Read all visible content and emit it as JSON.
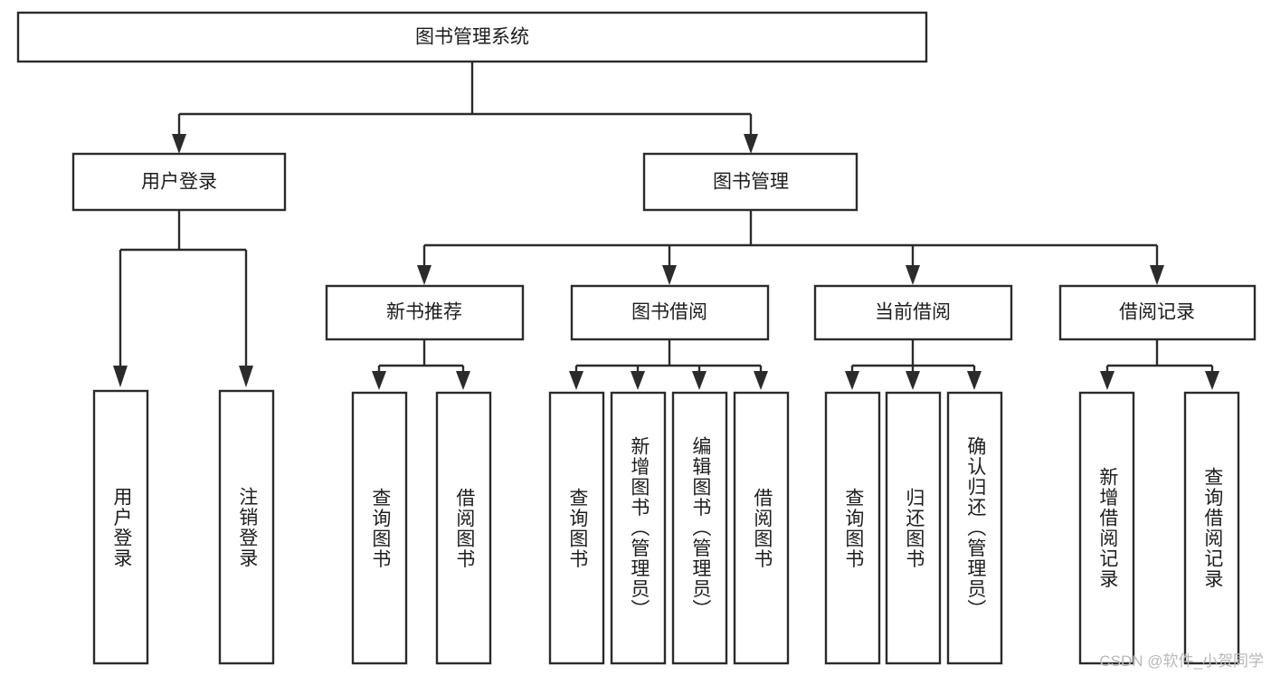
{
  "diagram": {
    "type": "tree",
    "title": "图书管理系统",
    "watermark": "CSDN @软件_小贺同学",
    "root": {
      "id": "root",
      "label": "图书管理系统"
    },
    "level2": [
      {
        "id": "user-login",
        "label": "用户登录"
      },
      {
        "id": "book-manage",
        "label": "图书管理"
      }
    ],
    "level3": [
      {
        "id": "new-book-rec",
        "label": "新书推荐",
        "parent": "book-manage"
      },
      {
        "id": "book-borrow",
        "label": "图书借阅",
        "parent": "book-manage"
      },
      {
        "id": "current-borrow",
        "label": "当前借阅",
        "parent": "book-manage"
      },
      {
        "id": "borrow-record",
        "label": "借阅记录",
        "parent": "book-manage"
      }
    ],
    "leaves": [
      {
        "id": "leaf-1",
        "label": "用户登录",
        "parent": "user-login"
      },
      {
        "id": "leaf-2",
        "label": "注销登录",
        "parent": "user-login"
      },
      {
        "id": "leaf-3",
        "label": "查询图书",
        "parent": "new-book-rec"
      },
      {
        "id": "leaf-4",
        "label": "借阅图书",
        "parent": "new-book-rec"
      },
      {
        "id": "leaf-5",
        "label": "查询图书",
        "parent": "book-borrow"
      },
      {
        "id": "leaf-6",
        "label": "新增图书（管理员）",
        "parent": "book-borrow"
      },
      {
        "id": "leaf-7",
        "label": "编辑图书（管理员）",
        "parent": "book-borrow"
      },
      {
        "id": "leaf-8",
        "label": "借阅图书",
        "parent": "book-borrow"
      },
      {
        "id": "leaf-9",
        "label": "查询图书",
        "parent": "current-borrow"
      },
      {
        "id": "leaf-10",
        "label": "归还图书",
        "parent": "current-borrow"
      },
      {
        "id": "leaf-11",
        "label": "确认归还（管理员）",
        "parent": "current-borrow"
      },
      {
        "id": "leaf-12",
        "label": "新增借阅记录",
        "parent": "borrow-record"
      },
      {
        "id": "leaf-13",
        "label": "查询借阅记录",
        "parent": "borrow-record"
      }
    ],
    "colors": {
      "box_stroke": "#2b2b2b",
      "box_fill": "#ffffff",
      "text": "#1d1d1d",
      "watermark": "#b9b9b9",
      "background": "#ffffff"
    }
  }
}
